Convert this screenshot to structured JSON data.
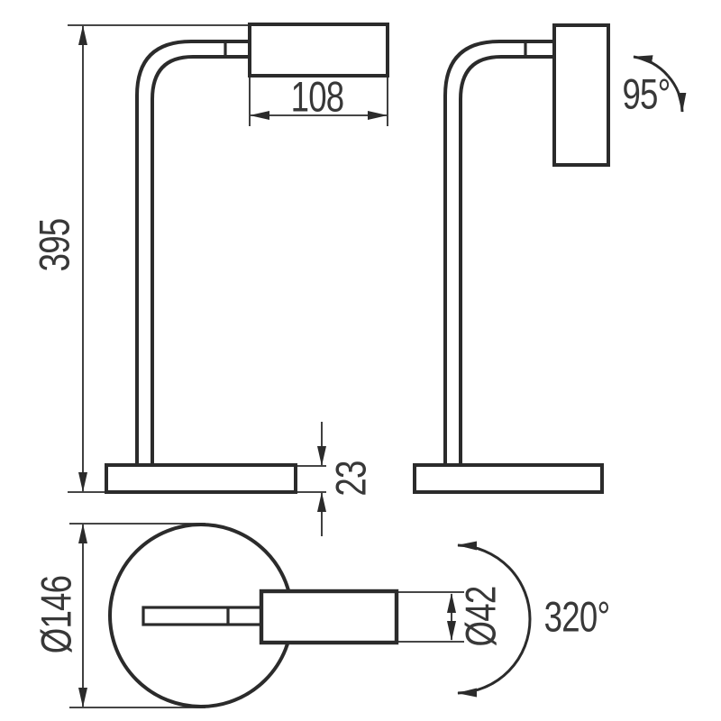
{
  "drawing": {
    "type": "technical dimension drawing",
    "line_color": "#2b2b2b",
    "background": "#ffffff",
    "labels": {
      "height": "395",
      "head_length": "108",
      "tilt_angle": "95°",
      "base_thickness": "23",
      "base_diameter": "Ø146",
      "head_diameter": "Ø42",
      "swivel_angle": "320°"
    }
  }
}
